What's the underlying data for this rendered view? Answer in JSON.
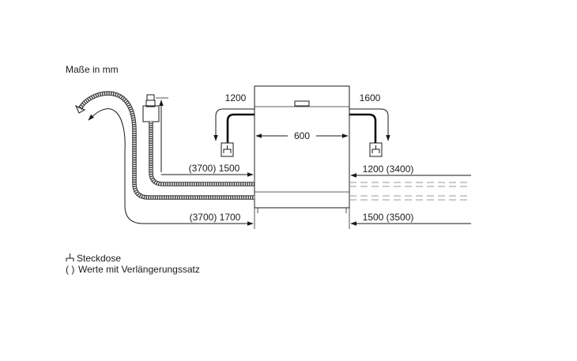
{
  "title": "Maße in mm",
  "dimensions": {
    "left_top": "1200",
    "right_top": "1600",
    "width": "600",
    "left_upper_hose": "(3700) 1500",
    "right_upper_hose": "1200 (3400)",
    "left_lower_hose": "(3700) 1700",
    "right_lower_hose": "1500 (3500)"
  },
  "legend": {
    "socket_symbol": "⊥",
    "socket_label": "Steckdose",
    "extension_symbol": "( )",
    "extension_label": "Werte mit Verlängerungssatz"
  }
}
